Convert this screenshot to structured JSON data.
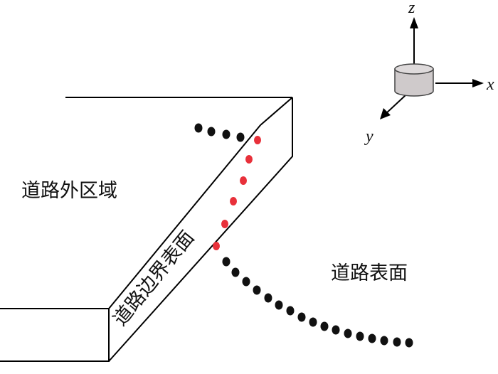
{
  "labels": {
    "outside_region": "道路外区域",
    "road_surface": "道路表面",
    "boundary_surface": "道路边界表面"
  },
  "axes": {
    "x": "x",
    "y": "y",
    "z": "z"
  },
  "colors": {
    "black_point": "#111111",
    "red_point": "#e8303a",
    "sensor_fill": "#cfcacb",
    "sensor_stroke": "#444444",
    "line": "#000000"
  },
  "icons": {
    "sensor": "lidar-sensor-icon"
  }
}
